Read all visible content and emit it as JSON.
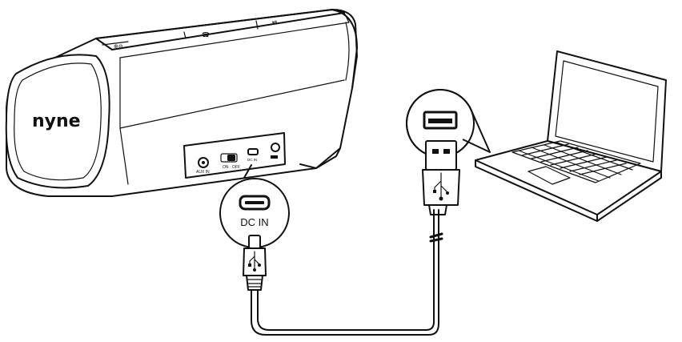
{
  "speaker": {
    "brand": "nyne",
    "port_labels": {
      "aux_in": "AUX IN",
      "on": "ON",
      "off": "OFF",
      "dc_in": "DC IN"
    }
  },
  "callouts": {
    "dc_in_label": "DC IN"
  },
  "icons": {
    "speaker": "speaker-icon",
    "laptop": "laptop-icon",
    "usb_cable": "usb-cable-icon",
    "micro_usb_plug": "micro-usb-plug-icon",
    "usb_a_plug": "usb-a-plug-icon",
    "usb_symbol": "usb-symbol-icon"
  },
  "colors": {
    "line": "#111111",
    "background": "#ffffff"
  }
}
